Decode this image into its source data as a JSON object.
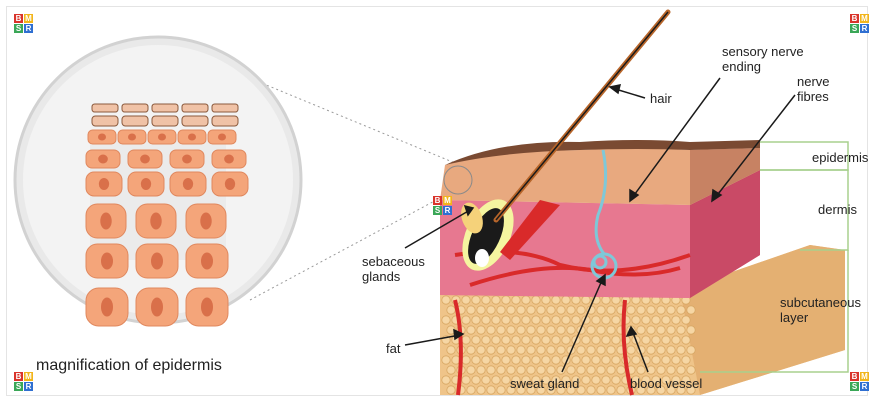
{
  "logo": {
    "letters": [
      "B",
      "M",
      "S",
      "R"
    ],
    "colors": [
      "#d9342b",
      "#f2b51b",
      "#3aa757",
      "#2f6fd1"
    ]
  },
  "labels": {
    "magnification": "magnification of epidermis",
    "hair": "hair",
    "sensory_nerve_ending": "sensory nerve\nending",
    "nerve_fibres": "nerve\nfibres",
    "epidermis": "epidermis",
    "dermis": "dermis",
    "subcutaneous_layer": "subcutaneous\nlayer",
    "sebaceous_glands": "sebaceous\nglands",
    "fat": "fat",
    "sweat_gland": "sweat gland",
    "blood_vessel": "blood vessel"
  },
  "colors": {
    "epidermis_top": "#8b5a3c",
    "epidermis": "#e9b08c",
    "dermis": "#e0607a",
    "dermis_light": "#f0a6b4",
    "fat": "#f0c890",
    "cell": "#f4a57a",
    "nucleus": "#d9704a",
    "blood": "#d92a2a",
    "sweat": "#7ec8d8",
    "hair": "#b7652a",
    "bracket": "#a8d08d"
  }
}
